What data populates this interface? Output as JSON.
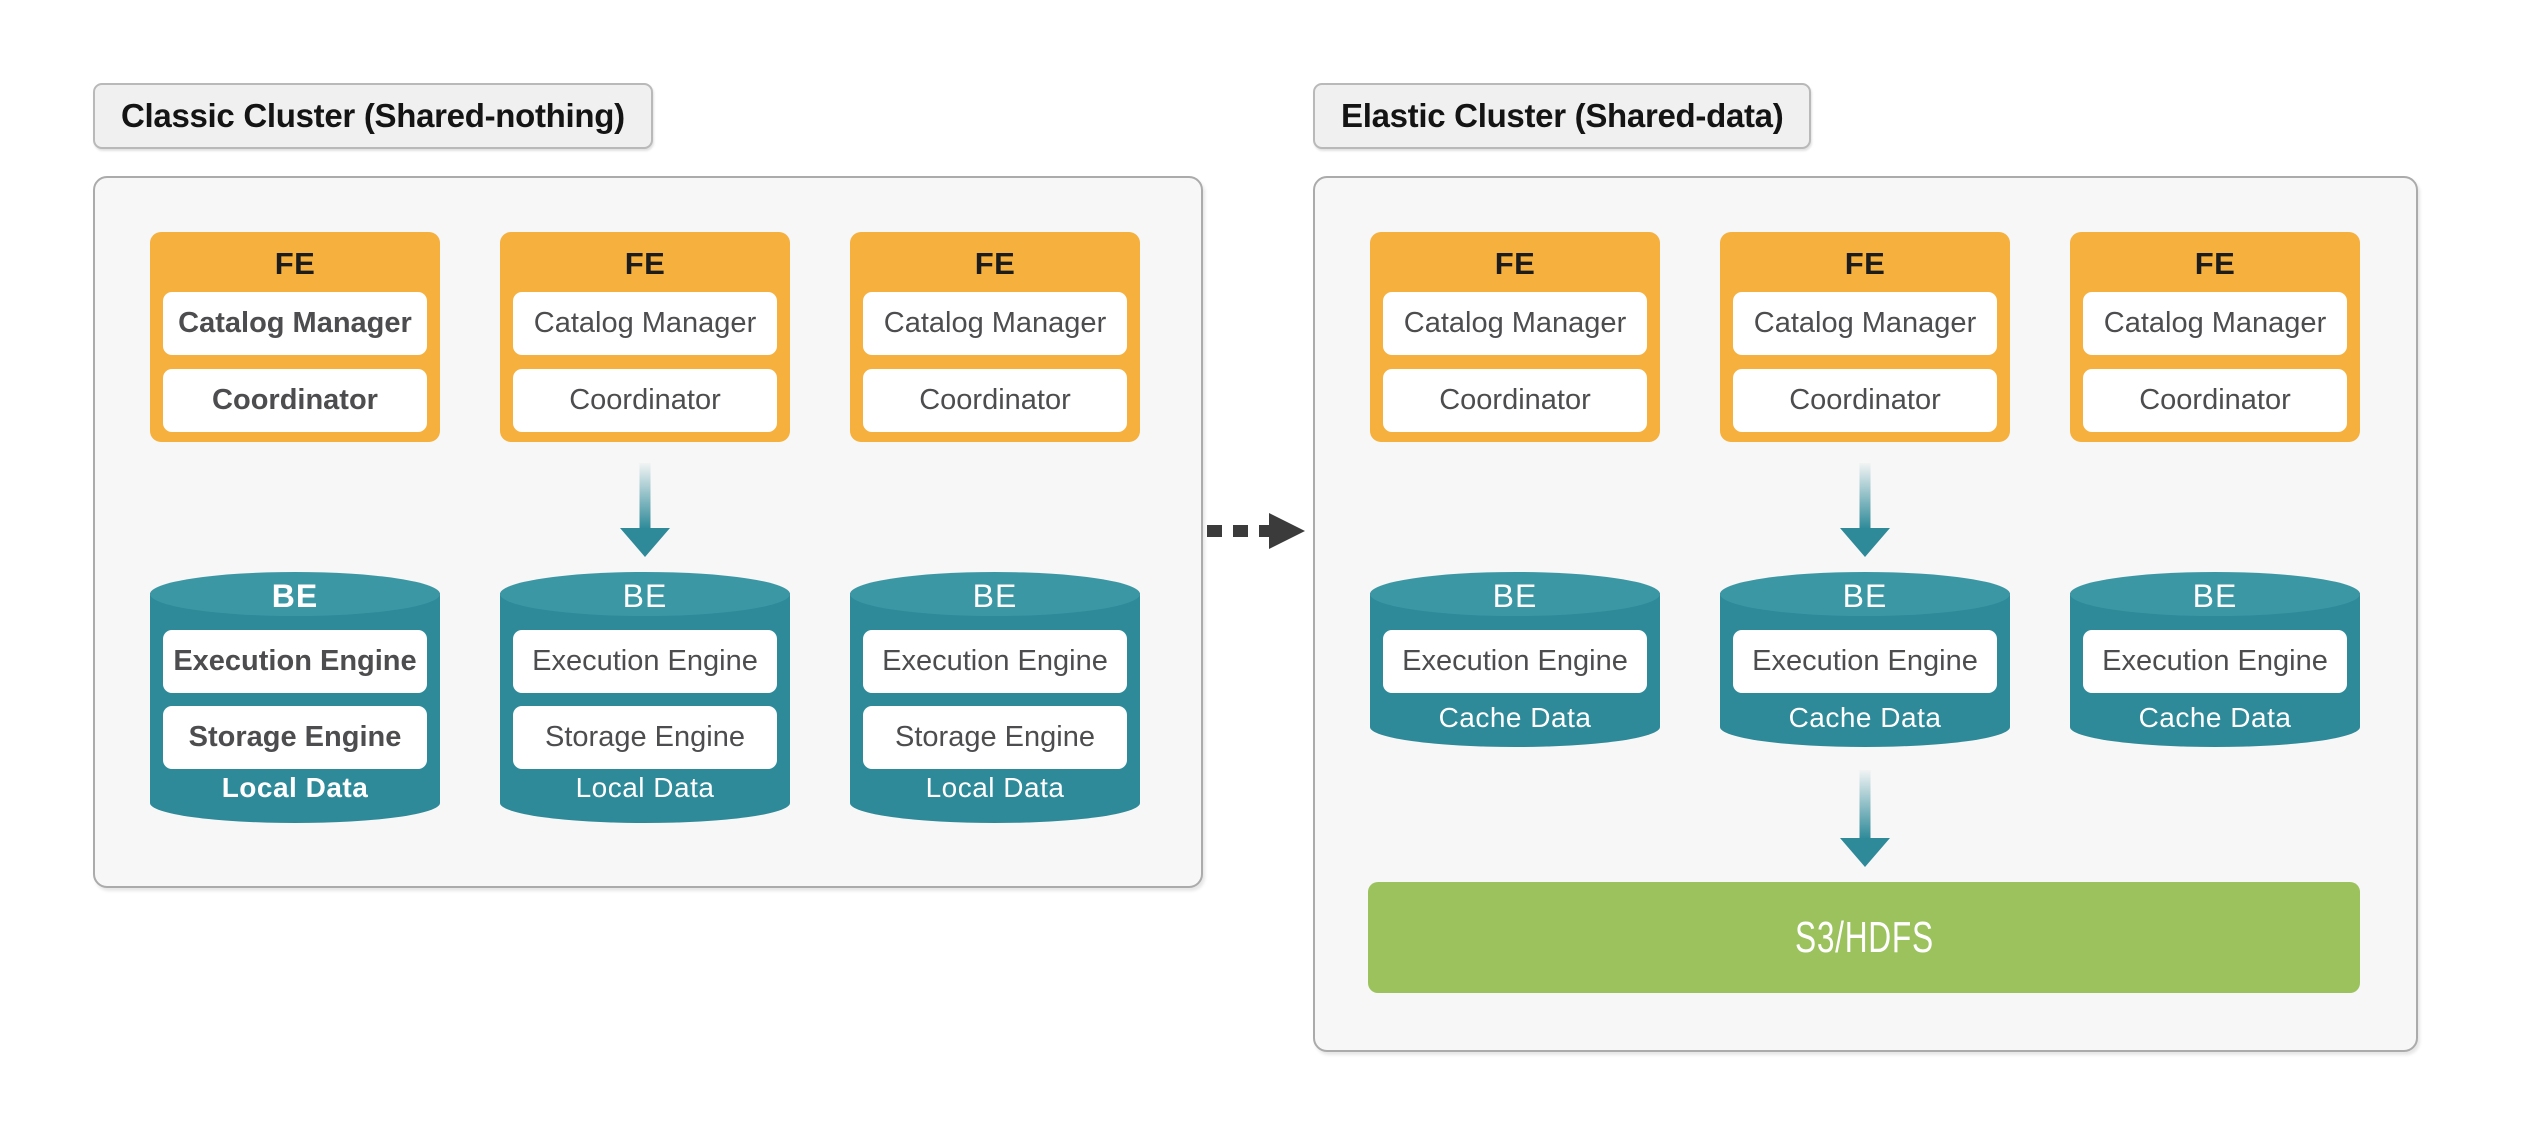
{
  "classic_cluster": {
    "title": "Classic Cluster (Shared-nothing)",
    "fe": {
      "label": "FE",
      "components": [
        "Catalog Manager",
        "Coordinator"
      ]
    },
    "be": {
      "label": "BE",
      "components": [
        "Execution Engine",
        "Storage Engine"
      ],
      "data_label": "Local Data"
    },
    "fe_node_count": 3,
    "be_node_count": 3
  },
  "elastic_cluster": {
    "title": "Elastic Cluster (Shared-data)",
    "fe": {
      "label": "FE",
      "components": [
        "Catalog Manager",
        "Coordinator"
      ]
    },
    "be": {
      "label": "BE",
      "components": [
        "Execution Engine"
      ],
      "data_label": "Cache Data"
    },
    "storage": {
      "label": "S3/HDFS"
    },
    "fe_node_count": 3,
    "be_node_count": 3
  },
  "colors": {
    "fe_fill": "#F5B03D",
    "be_body": "#2E8A99",
    "be_top": "#3C97A5",
    "arrow_teal": "#2E8A99",
    "storage_fill": "#9CC25E",
    "panel_bg": "#F7F7F7",
    "panel_border": "#ABABAB",
    "badge_bg": "#F0F0F0",
    "badge_border": "#B9B9B9",
    "migration_arrow": "#3B3B3B",
    "component_text": "#4D4D4F",
    "title_text": "#141414"
  }
}
